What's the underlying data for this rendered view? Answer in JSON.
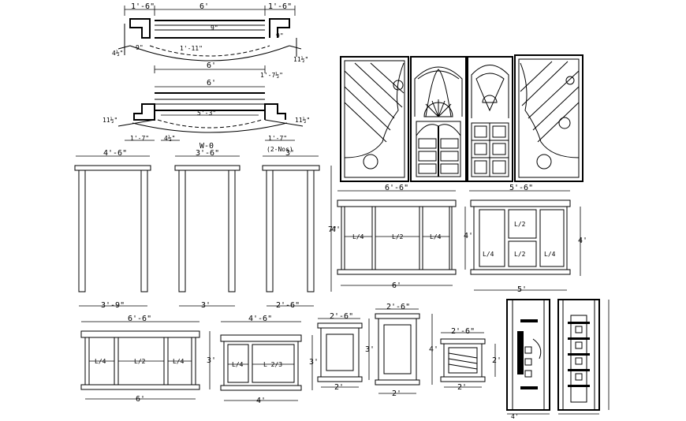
{
  "sections": {
    "arch_top": {
      "dims": [
        "1'-6\"",
        "6'",
        "1'-6\"",
        "9\"",
        "9\"",
        "4½\"",
        "9\"",
        "1'-11\"",
        "11½\"",
        "6'",
        "1'-7½\""
      ]
    },
    "arch_bottom": {
      "dims": [
        "6'",
        "11½\"",
        "5'-3\"",
        "11½\"",
        "1'-7\"",
        "4½\"",
        "1'-7\""
      ],
      "caption": "W-0",
      "note": "(2-Nos)"
    },
    "doors": {
      "widths": [
        "4'-6\"",
        "3'-6\"",
        "3'"
      ],
      "bottoms": [
        "3'-9\"",
        "3'",
        "2'-6\""
      ],
      "height": "7'"
    },
    "window_a": {
      "width_top": "6'-6\"",
      "width_bottom": "6'",
      "height": "4'",
      "panes": [
        "L/4",
        "L/2",
        "L/4"
      ]
    },
    "window_b": {
      "width_top": "5'-6\"",
      "width_bottom": "5'",
      "height": "4'",
      "height_right": "4'",
      "panes": [
        "L/4",
        "L/2",
        "L/2",
        "L/4"
      ]
    },
    "window_c": {
      "width_top": "6'-6\"",
      "width_bottom": "6'",
      "height": "3'",
      "panes": [
        "L/4",
        "L/2",
        "L/4"
      ]
    },
    "window_d": {
      "width_top": "4'-6\"",
      "width_bottom": "4'",
      "height": "3'",
      "panes": [
        "L/4",
        "L 2/3"
      ]
    },
    "window_e": {
      "width_top": "2'-6\"",
      "width_bottom": "2'",
      "height": "3'"
    },
    "window_f": {
      "width_top": "2'-6\"",
      "width_bottom": "2'",
      "height": "4'"
    },
    "vent": {
      "width_top": "2'-6\"",
      "width_bottom": "2'",
      "height": "2'"
    },
    "section_detail": {
      "width": "4'"
    }
  }
}
